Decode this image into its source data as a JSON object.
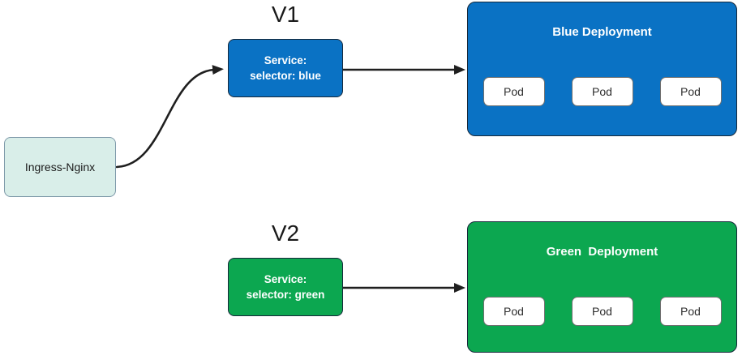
{
  "diagram": {
    "ingress": {
      "label": "Ingress-Nginx"
    },
    "v1": {
      "version_label": "V1",
      "service": {
        "line1": "Service:",
        "line2": "selector: blue"
      },
      "deployment": {
        "title": "Blue Deployment",
        "pods": [
          "Pod",
          "Pod",
          "Pod"
        ]
      }
    },
    "v2": {
      "version_label": "V2",
      "service": {
        "line1": "Service:",
        "line2": "selector: green"
      },
      "deployment": {
        "title": "Green  Deployment",
        "pods": [
          "Pod",
          "Pod",
          "Pod"
        ]
      }
    },
    "colors": {
      "blue": "#0a72c4",
      "green": "#0ca750",
      "ingress_fill": "#d9eee9",
      "ingress_border": "#7e99a9",
      "node_border": "#16283a",
      "arrow": "#1f1f1f",
      "pod_border": "#707070",
      "pod_text": "#2d2d2d",
      "label_text": "#1a1a1a"
    }
  }
}
